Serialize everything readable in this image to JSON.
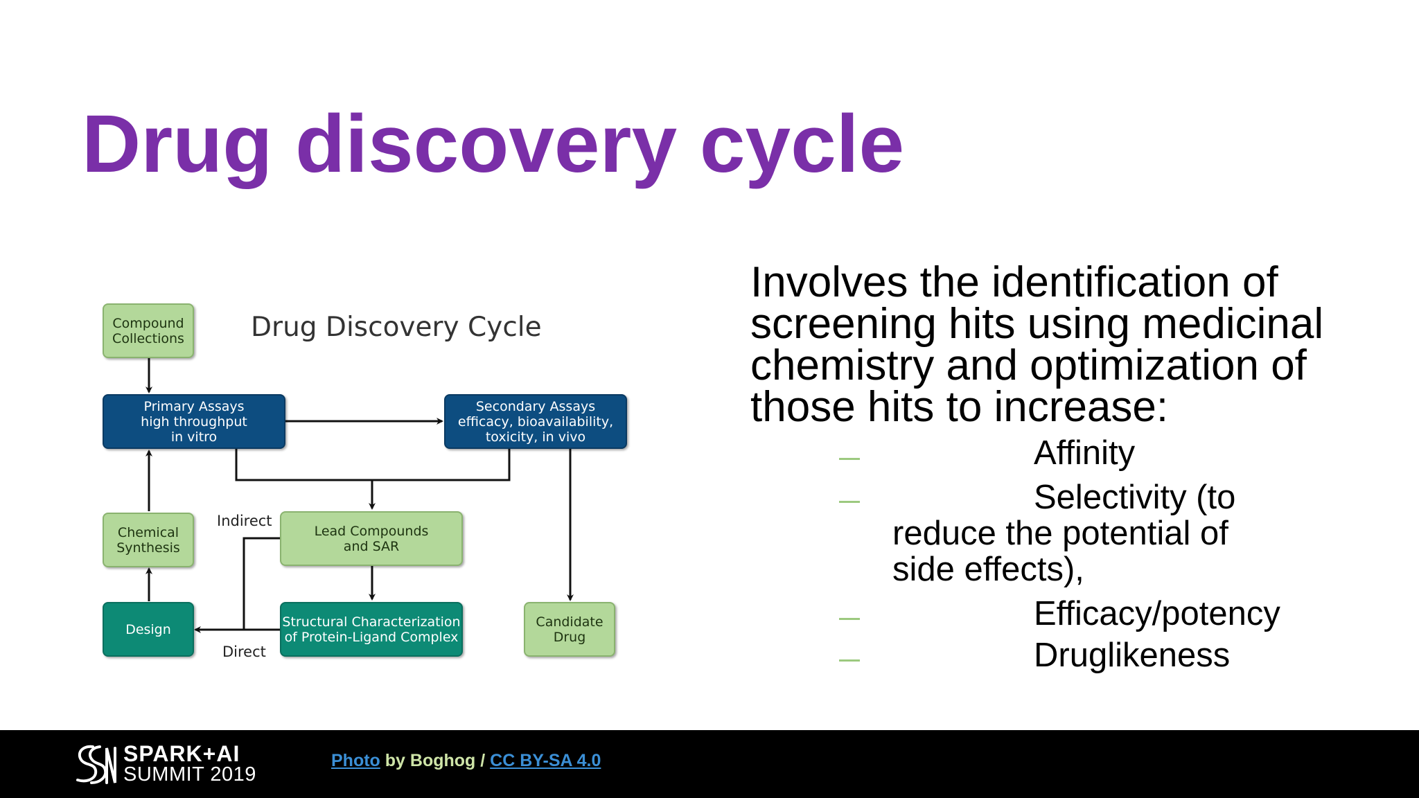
{
  "slide": {
    "title": "Drug discovery cycle",
    "title_color": "#7a2fa8"
  },
  "diagram": {
    "title": "Drug Discovery Cycle",
    "nodes": {
      "compound_collections": [
        "Compound",
        "Collections"
      ],
      "primary_assays": [
        "Primary Assays",
        "high throughput",
        "in vitro"
      ],
      "secondary_assays": [
        "Secondary Assays",
        "efficacy, bioavailability,",
        "toxicity, in vivo"
      ],
      "chemical_synthesis": [
        "Chemical",
        "Synthesis"
      ],
      "lead_compounds": [
        "Lead Compounds",
        "and SAR"
      ],
      "design": [
        "Design"
      ],
      "structural_characterization": [
        "Structural Characterization",
        "of Protein-Ligand Complex"
      ],
      "candidate_drug": [
        "Candidate",
        "Drug"
      ]
    },
    "edge_labels": {
      "indirect": "Indirect",
      "direct": "Direct"
    },
    "colors": {
      "light_green": "#b3d89a",
      "dark_blue": "#0d4d80",
      "teal": "#0d8a75"
    }
  },
  "body": {
    "intro": "Involves the identification of screening hits using medicinal chemistry and optimization of those hits to increase:",
    "bullets": [
      "Affinity",
      "Selectivity (to",
      "reduce the potential of",
      "side effects),",
      "Efficacy/potency",
      "Druglikeness"
    ],
    "dash_color": "#9cc97f"
  },
  "footer": {
    "logo_line1": "SPARK+AI",
    "logo_line2": "SUMMIT 2019",
    "credit_link1": "Photo",
    "credit_by": " by Boghog / ",
    "credit_link2": "CC BY-SA 4.0"
  }
}
